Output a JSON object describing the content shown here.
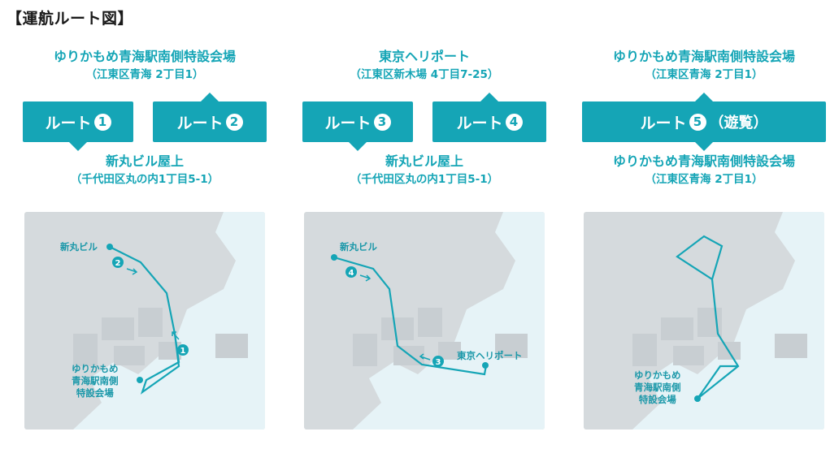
{
  "page": {
    "title": "【運航ルート図】"
  },
  "colors": {
    "teal": "#15a5b6",
    "map_land": "#d5dadd",
    "map_water": "#e6f3f7"
  },
  "columns": [
    {
      "top_name": "ゆりかもめ青海駅南側特設会場",
      "top_address": "（江東区青海 2丁目1）",
      "buttons": [
        {
          "label": "ルート",
          "number": "1"
        },
        {
          "label": "ルート",
          "number": "2"
        }
      ],
      "bottom_name": "新丸ビル屋上",
      "bottom_address": "（千代田区丸の内1丁目5-1）"
    },
    {
      "top_name": "東京ヘリポート",
      "top_address": "（江東区新木場 4丁目7-25）",
      "buttons": [
        {
          "label": "ルート",
          "number": "3"
        },
        {
          "label": "ルート",
          "number": "4"
        }
      ],
      "bottom_name": "新丸ビル屋上",
      "bottom_address": "（千代田区丸の内1丁目5-1）"
    },
    {
      "top_name": "ゆりかもめ青海駅南側特設会場",
      "top_address": "（江東区青海 2丁目1）",
      "buttons": [
        {
          "label": "ルート",
          "number": "5",
          "suffix": "（遊覧）"
        }
      ],
      "bottom_name": "ゆりかもめ青海駅南側特設会場",
      "bottom_address": "（江東区青海 2丁目1）"
    }
  ],
  "maps": [
    {
      "label_start": "新丸ビル",
      "label_end": [
        "ゆりかもめ",
        "青海駅南側",
        "特設会場"
      ],
      "markers": [
        "2",
        "1"
      ]
    },
    {
      "label_start": "新丸ビル",
      "label_end": "東京ヘリポート",
      "markers": [
        "4",
        "3"
      ]
    },
    {
      "label_end": [
        "ゆりかもめ",
        "青海駅南側",
        "特設会場"
      ]
    }
  ]
}
